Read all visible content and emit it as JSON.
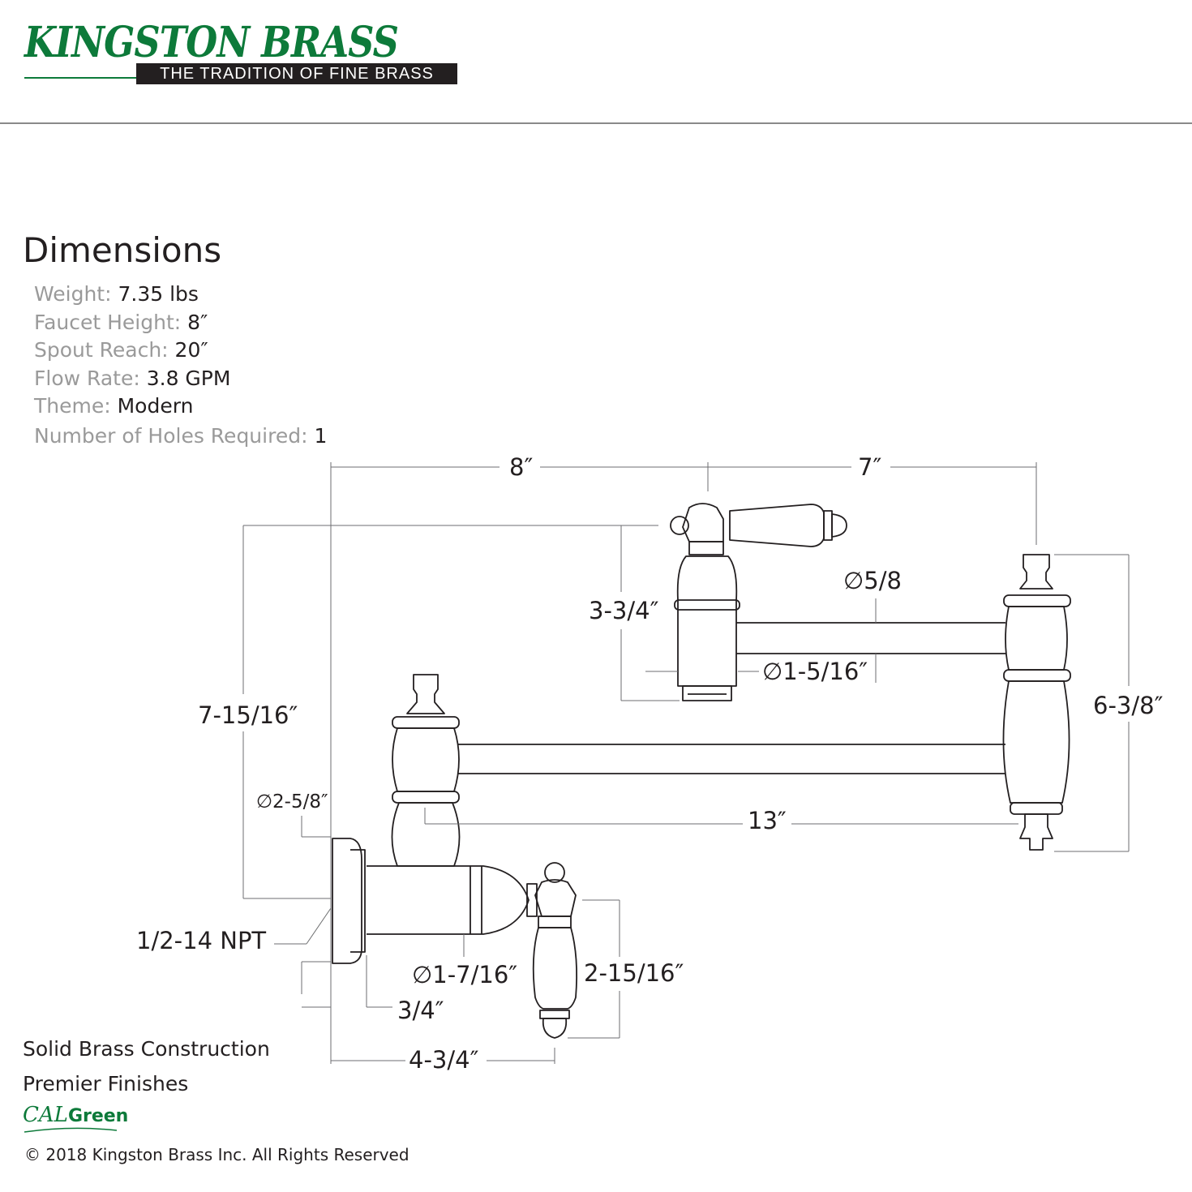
{
  "brand": {
    "name": "KINGSTON BRASS",
    "tagline": "THE TRADITION OF FINE BRASS",
    "green": "#0d7a3a"
  },
  "title": "Dimensions",
  "specs": [
    {
      "label": "Weight: ",
      "value": "7.35 lbs"
    },
    {
      "label": "Faucet Height: ",
      "value": "8″"
    },
    {
      "label": "Spout Reach: ",
      "value": "20″"
    },
    {
      "label": "Flow Rate: ",
      "value": "3.8 GPM"
    },
    {
      "label": "Theme: ",
      "value": "Modern"
    },
    {
      "label": "Number of Holes Required: ",
      "value": "1"
    }
  ],
  "dimensions": {
    "d_8": "8″",
    "d_7": "7″",
    "d_5_8": "∅5/8",
    "d_3_3_4": "3-3/4″",
    "d_1_5_16": "∅1-5/16″",
    "d_7_15_16": "7-15/16″",
    "d_6_3_8": "6-3/8″",
    "d_2_5_8": "∅2-5/8″",
    "d_13": "13″",
    "d_npt": "1/2-14 NPT",
    "d_1_7_16": "∅1-7/16″",
    "d_2_15_16": "2-15/16″",
    "d_3_4": "3/4″",
    "d_4_3_4": "4-3/4″"
  },
  "features": [
    "Solid Brass Construction",
    "Premier Finishes"
  ],
  "calgreen": {
    "cal": "CAL",
    "green": "Green"
  },
  "copyright": "© 2018 Kingston Brass Inc. All Rights Reserved"
}
